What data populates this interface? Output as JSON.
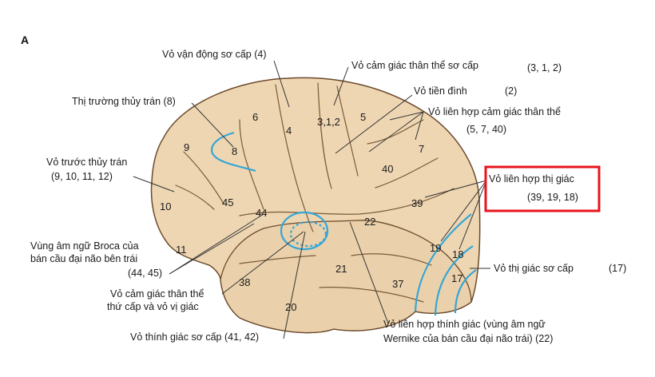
{
  "panel_letter": "A",
  "labels": {
    "primary_motor": "Vỏ vận động sơ cấp (4)",
    "somatosensory_name": "Vỏ cảm giác thân thể sơ cấp",
    "somatosensory_areas": "(3, 1, 2)",
    "frontal_eye_field": "Thị trường thủy trán (8)",
    "vestibular_name": "Vỏ tiền đình",
    "vestibular_area": "(2)",
    "somato_assoc_line1": "Vỏ liên hợp cảm giác thân thể",
    "somato_assoc_line2": "(5, 7, 40)",
    "prefrontal_line1": "Vỏ trước thủy trán",
    "prefrontal_line2": "(9, 10, 11, 12)",
    "visual_assoc_line1": "Vỏ liên hợp thị giác",
    "visual_assoc_line2": "(39, 19, 18)",
    "broca_line1": "Vùng âm ngữ Broca của",
    "broca_line2": "bán cầu đại não bên trái",
    "broca_line3": "(44, 45)",
    "primary_visual_name": "Vỏ thị giác sơ cấp",
    "primary_visual_area": "(17)",
    "secondary_sensory_line1": "Vỏ cảm giác thân thể",
    "secondary_sensory_line2": "thứ cấp và vỏ vị giác",
    "auditory_assoc_line1": "Vỏ liên hợp thính giác (vùng âm ngữ",
    "auditory_assoc_line2": "Wernike của bán cầu đại não trái)  (22)",
    "primary_auditory": "Vỏ thính giác sơ cấp (41, 42)"
  },
  "areas": {
    "a6": "6",
    "a4": "4",
    "a312": "3,1,2",
    "a5": "5",
    "a9": "9",
    "a8": "8",
    "a7": "7",
    "a40": "40",
    "a10": "10",
    "a45": "45",
    "a44": "44",
    "a39": "39",
    "a22": "22",
    "a11": "11",
    "a19": "19",
    "a18": "18",
    "a21": "21",
    "a17": "17",
    "a38": "38",
    "a37": "37",
    "a20": "20"
  },
  "colors": {
    "brain_fill": "#eed6b3",
    "brain_outline": "#6b4a2b",
    "cortex_blue": "#34a6d6",
    "highlight_box": "#e8141b"
  }
}
